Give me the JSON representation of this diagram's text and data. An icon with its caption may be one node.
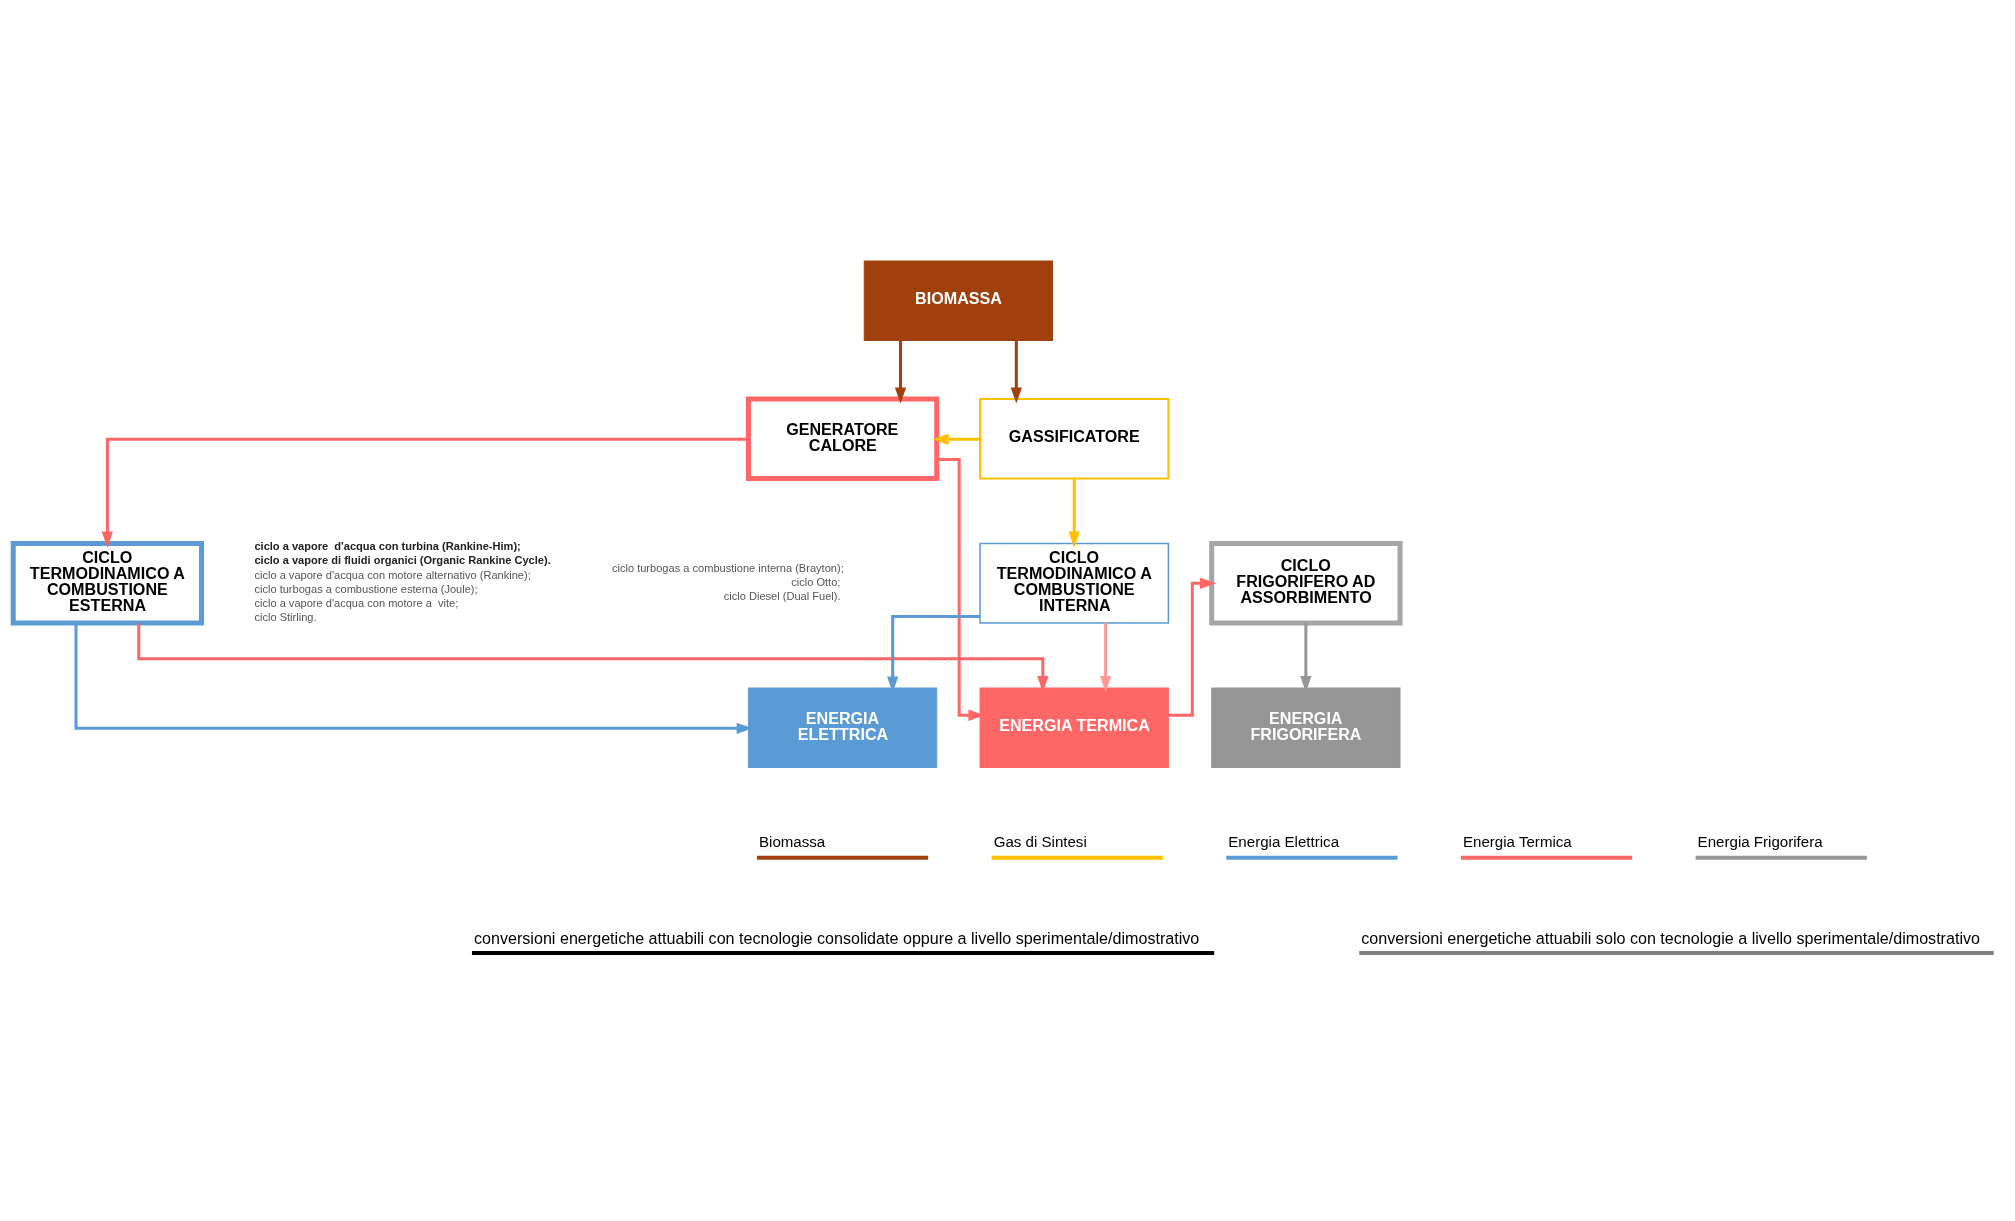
{
  "diagram": {
    "nodes": [
      {
        "text": [
          "BIOMASSA"
        ]
      },
      {
        "text": [
          "GENERATORE CALORE"
        ]
      },
      {
        "text": [
          "GASSIFICATORE"
        ]
      },
      {
        "text": [
          "CICLO TERMODINAMICO A COMBUSTIONE ESTERNA"
        ],
        "beside": [
          "ciclo a vapore  d'acqua con turbina (Rankine-Him);",
          "ciclo a vapore di fluidi organici (Organic Rankine Cycle).",
          "ciclo a vapore d'acqua con motore alternativo (Rankine);",
          "ciclo turbogas a combustione esterna (Joule);",
          "ciclo a vapore d'acqua con motore a  vite;",
          "ciclo Stirling."
        ]
      },
      {
        "text": [
          "CICLO TERMODINAMICO A COMBUSTIONE INTERNA"
        ],
        "beside": [
          "ciclo turbogas a combustione interna (Brayton);",
          "ciclo Otto;",
          "ciclo Diesel (Dual Fuel)."
        ]
      },
      {
        "text": [
          "CICLO FRIGORIFERO AD ASSORBIMENTO"
        ]
      },
      {
        "text": [
          "ENERGIA ELETTRICA"
        ]
      },
      {
        "text": [
          "ENERGIA TERMICA"
        ]
      },
      {
        "text": [
          "ENERGIA FRIGORIFERA"
        ]
      }
    ],
    "edges": [
      {
        "from": 0,
        "to": 1,
        "arrow": "to",
        "color": "#a0410d"
      },
      {
        "from": 0,
        "to": 2,
        "arrow": "to",
        "color": "#a0410d"
      },
      {
        "from": 2,
        "to": 1,
        "arrow": "to",
        "color": "#ffc000"
      },
      {
        "from": 2,
        "to": 4,
        "arrow": "to",
        "color": "#ffc000"
      },
      {
        "from": 1,
        "to": 3,
        "arrow": "to",
        "color": "#ff6666"
      },
      {
        "from": 1,
        "to": 7,
        "arrow": "to",
        "color": "#ff6666"
      },
      {
        "from": 3,
        "to": 7,
        "arrow": "to",
        "color": "#ff6666"
      },
      {
        "from": 4,
        "to": 7,
        "arrow": "to",
        "color": "#ff9999"
      },
      {
        "from": 3,
        "to": 6,
        "arrow": "to",
        "color": "#5b9bd5"
      },
      {
        "from": 4,
        "to": 6,
        "arrow": "to",
        "color": "#5b9bd5"
      },
      {
        "from": 7,
        "to": 5,
        "arrow": "to",
        "color": "#ff6666"
      },
      {
        "from": 5,
        "to": 8,
        "arrow": "to",
        "color": "#969696"
      }
    ],
    "labels": [
      "conversioni energetiche attuabili con tecnologie consolidate oppure a livello sperimentale/dimostrativo",
      "conversioni energetiche attuabili solo con tecnologie a livello sperimentale/dimostrativo"
    ],
    "legend": [
      {
        "text": "Biomassa"
      },
      {
        "text": "Gas di Sintesi"
      },
      {
        "text": "Energia Elettrica"
      },
      {
        "text": "Energia Termica"
      },
      {
        "text": "Energia Frigorifera"
      }
    ]
  }
}
